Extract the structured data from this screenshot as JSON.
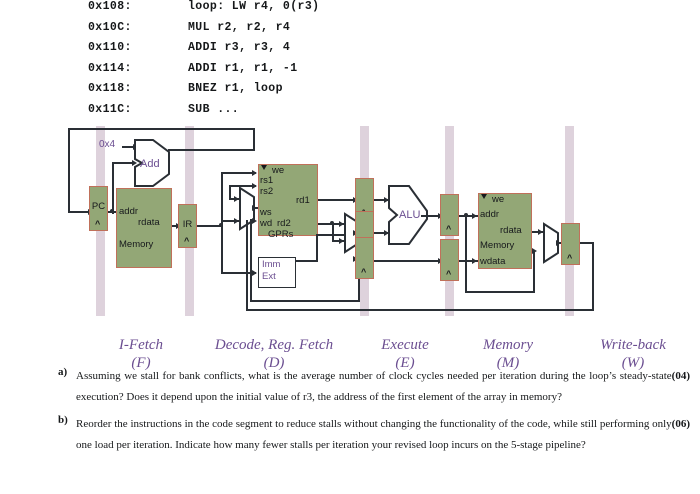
{
  "code_listing": {
    "lines": [
      {
        "address": "0x108:",
        "instruction": "loop: LW r4, 0(r3)"
      },
      {
        "address": "0x10C:",
        "instruction": "MUL r2, r2, r4"
      },
      {
        "address": "0x110:",
        "instruction": "ADDI r3, r3, 4"
      },
      {
        "address": "0x114:",
        "instruction": "ADDI r1, r1, -1"
      },
      {
        "address": "0x118:",
        "instruction": "BNEZ r1, loop"
      },
      {
        "address": "0x11C:",
        "instruction": "SUB ..."
      }
    ]
  },
  "diagram": {
    "colors": {
      "block_fill": "#93a776",
      "block_border": "#c0705a",
      "stage_bar": "#ded2dc",
      "wire": "#2a2f35",
      "purple_text": "#6b4e91"
    },
    "pc_register": {
      "label": "PC"
    },
    "pc_increment": {
      "label": "0x4"
    },
    "adder": {
      "label": "Add"
    },
    "instruction_memory": {
      "addr": "addr",
      "rdata": "rdata",
      "name": "Memory"
    },
    "ir_register": {
      "label": "IR"
    },
    "register_file": {
      "we": "we",
      "rs1": "rs1",
      "rs2": "rs2",
      "rd1": "rd1",
      "ws": "ws",
      "wd": "wd",
      "rd2": "rd2",
      "name": "GPRs"
    },
    "imm_ext": {
      "line1": "Imm",
      "line2": "Ext"
    },
    "alu": {
      "label": "ALU"
    },
    "data_memory": {
      "we": "we",
      "addr": "addr",
      "rdata": "rdata",
      "name": "Memory",
      "wdata": "wdata"
    },
    "stages": [
      {
        "name": "I-Fetch",
        "abbr": "(F)"
      },
      {
        "name": "Decode, Reg. Fetch",
        "abbr": "(D)"
      },
      {
        "name": "Execute",
        "abbr": "(E)"
      },
      {
        "name": "Memory",
        "abbr": "(M)"
      },
      {
        "name": "Write-back",
        "abbr": "(W)"
      }
    ]
  },
  "questions": [
    {
      "marker": "a)",
      "text": "Assuming we stall for bank conflicts, what is the average number of clock cycles needed per iteration during the loop’s steady-state execution? Does it depend upon the initial value of r3, the address of the first element of the array in memory?",
      "marks": "(04)"
    },
    {
      "marker": "b)",
      "text": "Reorder the instructions in the code segment to reduce stalls without changing the functionality of the code, while still performing only one load per iteration. Indicate how many fewer stalls per iteration your revised loop incurs on the 5-stage pipeline?",
      "marks": "(06)"
    }
  ]
}
